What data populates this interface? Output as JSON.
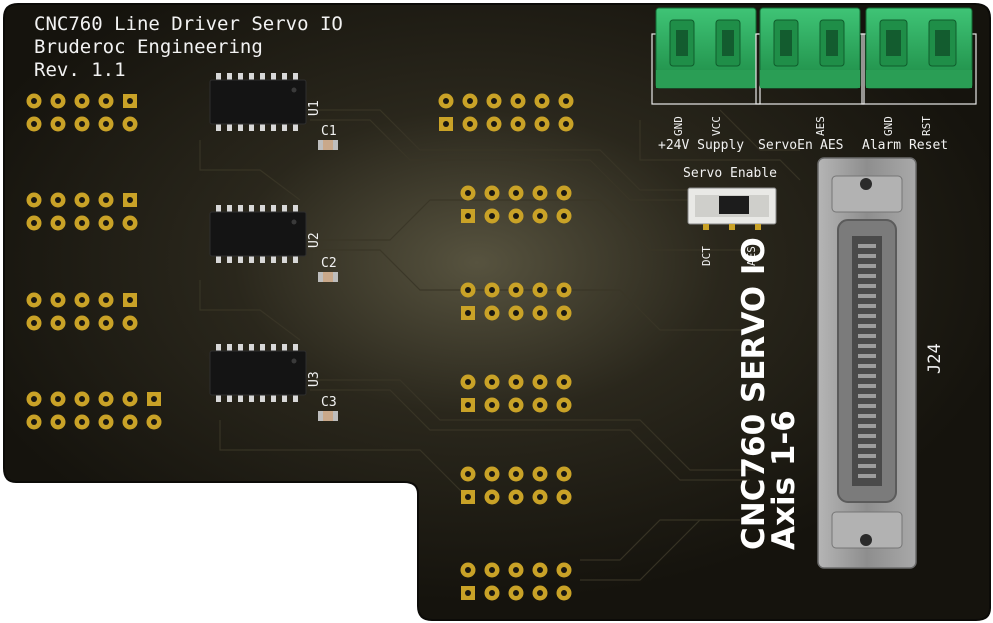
{
  "board": {
    "title_lines": [
      "CNC760 Line Driver Servo IO",
      "Bruderoc Engineering",
      "Rev. 1.1"
    ],
    "big_label_lines": [
      "CNC760 SERVO IO",
      "Axis 1-6"
    ],
    "connector_ref": "J24",
    "switch": {
      "title": "Servo Enable",
      "left": "DCT",
      "right": "AES"
    },
    "ics": [
      {
        "ref": "U1",
        "cap": "C1"
      },
      {
        "ref": "U2",
        "cap": "C2"
      },
      {
        "ref": "U3",
        "cap": "C3"
      }
    ],
    "terminals": [
      {
        "pins": [
          "GND",
          "VCC"
        ],
        "caption": "+24V Supply"
      },
      {
        "pins": [
          "",
          "AES"
        ],
        "caption": "ServoEn"
      },
      {
        "pins": [
          "GND",
          "RST"
        ],
        "caption": "Alarm Reset"
      }
    ]
  },
  "colors": {
    "pcb_mask": "#1a1812",
    "pcb_highlight": "#4a4638",
    "gold": "#c9a227",
    "terminal_green": "#2aa85a",
    "connector_grey": "#9a9a9a",
    "silkscreen": "#f2f2f2"
  }
}
